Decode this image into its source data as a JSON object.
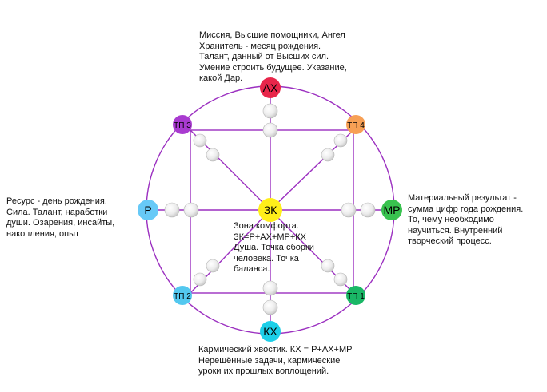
{
  "nodes": {
    "ax": {
      "label": "АХ",
      "color": "#e8264a"
    },
    "tp3": {
      "label": "ТП 3",
      "color": "#a93bd0"
    },
    "tp4": {
      "label": "ТП 4",
      "color": "#f7a055"
    },
    "r": {
      "label": "Р",
      "color": "#67c9f7"
    },
    "zk": {
      "label": "ЗК",
      "color": "#ffee1a"
    },
    "mr": {
      "label": "МР",
      "color": "#39c24f"
    },
    "tp2": {
      "label": "ТП 2",
      "color": "#53c8ef"
    },
    "tp1": {
      "label": "ТП 1",
      "color": "#1ab766"
    },
    "kx": {
      "label": "КХ",
      "color": "#1ccfe8"
    }
  },
  "colors": {
    "lines": "#9b2fc0",
    "beads": "#e6e6e6"
  },
  "texts": {
    "top": [
      "Миссия, Высшие помощники, Ангел",
      "Хранитель - месяц рождения.",
      "Талант, данный от Высших сил.",
      "Умение строить будущее. Указание,",
      "какой Дар."
    ],
    "left": [
      "Ресурс - день рождения.",
      "Сила. Талант, наработки",
      "души. Озарения, инсайты,",
      "накопления, опыт"
    ],
    "right": [
      "Материальный результат -",
      "сумма цифр года рождения.",
      "То, чему необходимо",
      "научиться. Внутренний",
      "творческий процесс."
    ],
    "center": [
      "Зона комфорта.",
      "ЗК=Р+АХ+МР+КХ",
      "Душа. Точка сборки",
      "человека. Точка",
      "баланса."
    ],
    "bottom": [
      "Кармический хвостик. КХ = Р+АХ+МР",
      "Нерешённые задачи, кармические",
      "уроки их прошлых воплощений."
    ]
  }
}
